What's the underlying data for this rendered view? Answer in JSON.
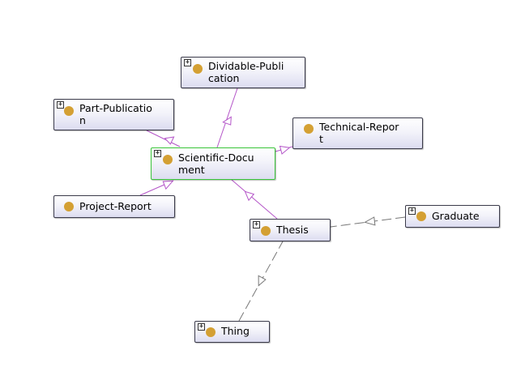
{
  "colors": {
    "subclass_edge": "#b455c8",
    "instance_edge": "#777777",
    "class_dot": "#d4a033",
    "selected_border": "#39c439"
  },
  "nodes": {
    "dividable_publication": {
      "line1": "Dividable-Publi",
      "line2": "cation",
      "icon": "class-dot-icon",
      "expandable": true
    },
    "part_publication": {
      "line1": "Part-Publicatio",
      "line2": "n",
      "icon": "class-dot-icon",
      "expandable": true
    },
    "technical_report": {
      "line1": "Technical-Repor",
      "line2": "t",
      "icon": "class-dot-icon",
      "expandable": false
    },
    "scientific_document": {
      "line1": "Scientific-Docu",
      "line2": "ment",
      "icon": "class-dot-icon",
      "expandable": true,
      "selected": true
    },
    "project_report": {
      "line1": "Project-Report",
      "icon": "class-dot-icon",
      "expandable": false
    },
    "thesis": {
      "line1": "Thesis",
      "icon": "class-dot-icon",
      "expandable": true
    },
    "graduate": {
      "line1": "Graduate",
      "icon": "class-dot-icon",
      "expandable": true
    },
    "thing": {
      "line1": "Thing",
      "icon": "class-dot-icon",
      "expandable": true
    }
  },
  "expander_symbol": "+"
}
